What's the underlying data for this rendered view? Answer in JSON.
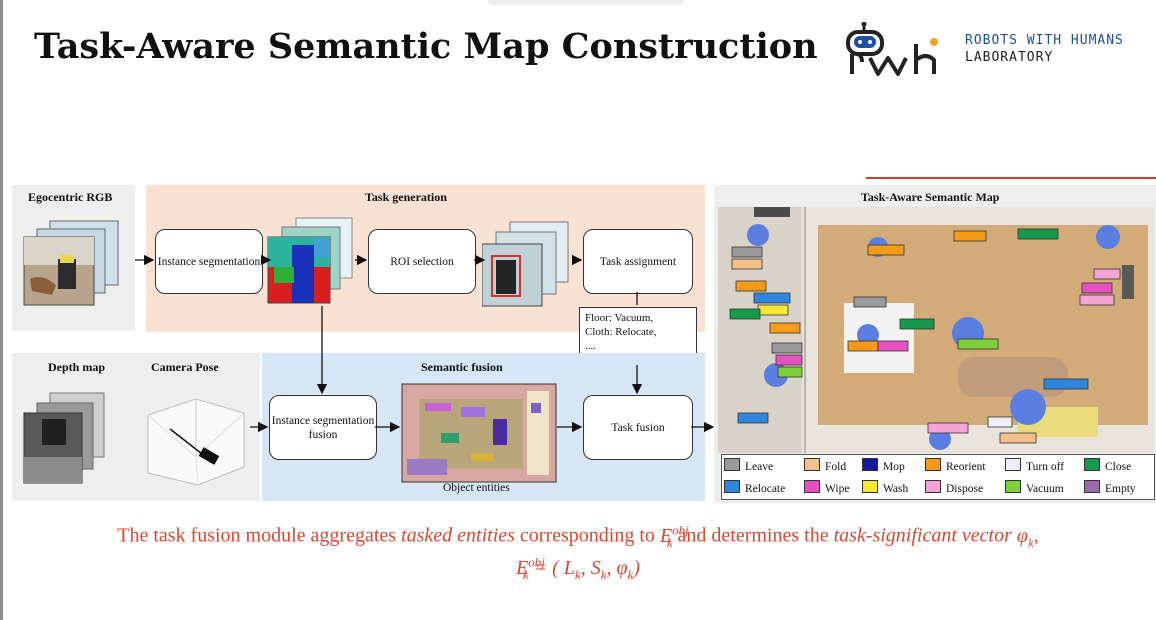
{
  "slide": {
    "title": "Task-Aware Semantic Map Construction",
    "logo": {
      "line1": "ROBOTS WITH HUMANS",
      "line2": "LABORATORY",
      "accent": "#1f4fa0",
      "dot": "#f0a31c"
    }
  },
  "diagram": {
    "panels": {
      "egocentric": "Egocentric RGB",
      "task_generation": "Task generation",
      "depth": "Depth map",
      "camera": "Camera Pose",
      "semantic_fusion": "Semantic fusion",
      "map": "Task-Aware Semantic Map"
    },
    "boxes": {
      "instance_seg": "Instance segmentation",
      "roi": "ROI selection",
      "task_assign": "Task assignment",
      "inst_fusion": "Instance segmentation fusion",
      "task_fusion": "Task fusion"
    },
    "note": [
      "Floor: Vacuum,",
      "Cloth: Relocate,",
      "...."
    ],
    "object_entities": "Object entities",
    "colors": {
      "task_gen_bg": "#f9e1d3",
      "fusion_bg": "#d6e6f4",
      "gray_bg": "#eeeeee"
    }
  },
  "legend": [
    {
      "label": "Leave",
      "color": "#9a9a9a"
    },
    {
      "label": "Fold",
      "color": "#f3c08c"
    },
    {
      "label": "Mop",
      "color": "#13199a"
    },
    {
      "label": "Reorient",
      "color": "#f59b16"
    },
    {
      "label": "Turn off",
      "color": "#eeeefa"
    },
    {
      "label": "Close",
      "color": "#159a4e"
    },
    {
      "label": "Relocate",
      "color": "#2e86de"
    },
    {
      "label": "Wipe",
      "color": "#e84fbf"
    },
    {
      "label": "Wash",
      "color": "#f5e936"
    },
    {
      "label": "Dispose",
      "color": "#f5a3d6"
    },
    {
      "label": "Vacuum",
      "color": "#7ed03a"
    },
    {
      "label": "Empty",
      "color": "#9c6aa8"
    }
  ],
  "caption": {
    "p1": "The task fusion module aggregates ",
    "p2": "tasked entities",
    "p3": " corresponding to ",
    "p4": " and determines the ",
    "p5": "task-significant vector",
    "p6": ",",
    "eq_left": "E",
    "sup": "obj",
    "sub": "k",
    "eq_right": "= ( L",
    "s": ", S",
    "phi": ", φ",
    "close": ")",
    "phi_k": "φ"
  }
}
